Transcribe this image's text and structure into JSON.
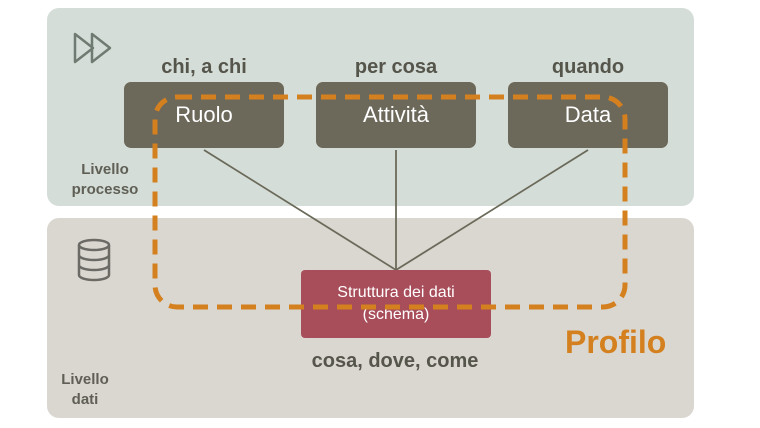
{
  "layers": {
    "process_label_line1": "Livello",
    "process_label_line2": "processo",
    "data_label_line1": "Livello",
    "data_label_line2": "dati"
  },
  "questions": {
    "role": "chi, a chi",
    "activity": "per cosa",
    "date": "quando"
  },
  "boxes": {
    "role": "Ruolo",
    "activity": "Attività",
    "date": "Data"
  },
  "schema": {
    "line1": "Struttura dei dati",
    "line2": "(schema)"
  },
  "data_question": "cosa, dove, come",
  "profile_label": "Profilo",
  "colors": {
    "process_layer": "#d4ddd7",
    "data_layer": "#dad6d0",
    "box": "#6c685a",
    "schema": "#a84d5a",
    "profile": "#d4801f"
  },
  "icons": {
    "process": "fast-forward-icon",
    "data": "database-icon"
  }
}
